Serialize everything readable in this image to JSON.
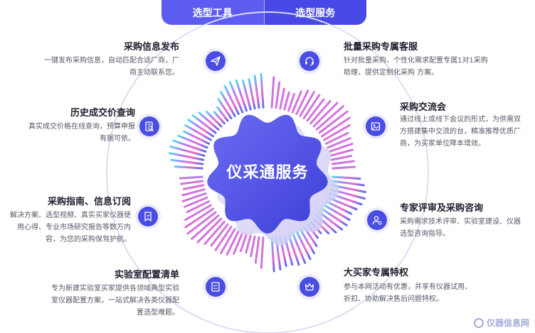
{
  "tabs": [
    {
      "label": "选型工具"
    },
    {
      "label": "选型服务"
    }
  ],
  "center": {
    "title": "仪采通服务"
  },
  "left_features": [
    {
      "title": "采购信息发布",
      "desc": "一键发布采购信息，自动匹配合适厂商，厂商主动联系您。",
      "icon": "paper-plane-icon"
    },
    {
      "title": "历史成交价查询",
      "desc": "真实成交价格在线查询，预算申报有据可依。",
      "icon": "document-search-icon"
    },
    {
      "title": "采购指南、信息订阅",
      "desc": "解决方案、选型视频、真实买家仪器使用心得、专业市场研究报告等数万内容，为您的采购保驾护航。",
      "icon": "bookmark-icon"
    },
    {
      "title": "实验室配置清单",
      "desc": "专为新建实验室买家提供各领域典型实验室仪器配置方案，一站式解决各类仪器配置选型难题。",
      "icon": "checklist-icon"
    }
  ],
  "right_features": [
    {
      "title": "批量采购专属客服",
      "desc": "针对批量采购、个性化需求配置专属1对1采购助理，提供定制化采购 方案。",
      "icon": "headset-icon"
    },
    {
      "title": "采购交流会",
      "desc": "通过线上或线下会议的形式，为供需双方搭建集中交流的台，精准推荐优质厂商，为买家单位降本增效。",
      "icon": "picture-icon"
    },
    {
      "title": "专家评审及采购咨询",
      "desc": "采购需求技术评审、实验室建设、仪器选型咨询指导。",
      "icon": "expert-user-icon"
    },
    {
      "title": "大买家专属特权",
      "desc": "参与本网活动有优惠，并享有仪器试用、折扣、协助解决售后问题特权。",
      "icon": "crown-icon"
    }
  ],
  "watermark": {
    "text": "仪器信息网"
  },
  "colors": {
    "accent": "#4a4de3",
    "ring": "#dcdcf7",
    "gradient_pink": "#f06bc8",
    "gradient_cyan": "#5ad8f5"
  }
}
